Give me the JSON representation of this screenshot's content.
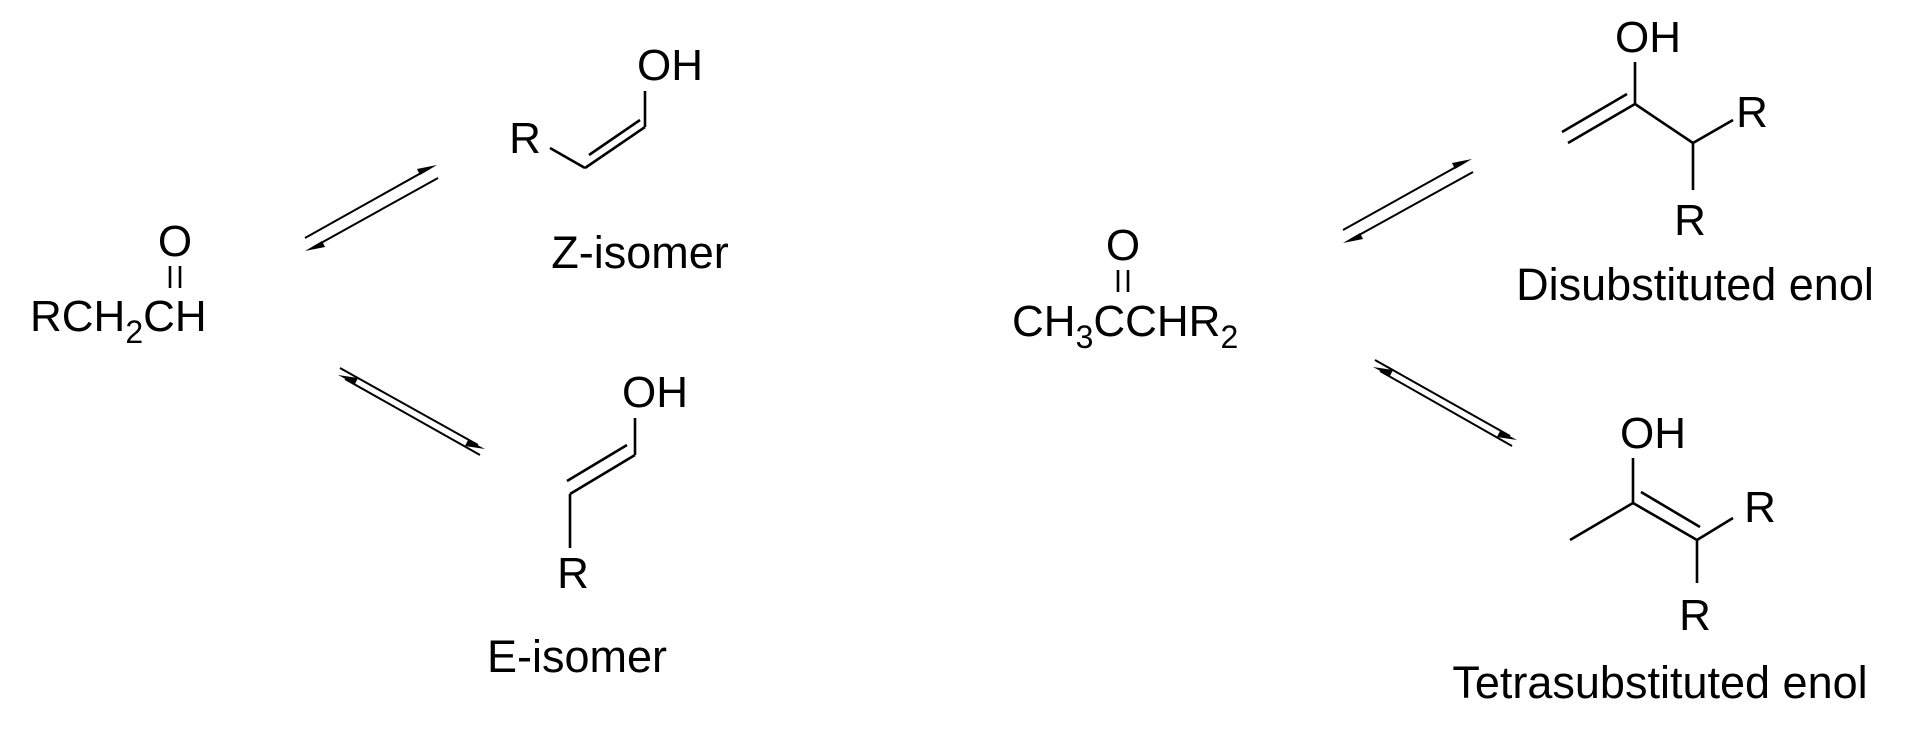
{
  "aldehyde": {
    "o_label": "O",
    "formula": {
      "a": "RCH",
      "sub": "2",
      "b": "CH"
    }
  },
  "z_isomer": {
    "r": "R",
    "oh": "OH",
    "caption": "Z-isomer"
  },
  "e_isomer": {
    "r": "R",
    "oh": "OH",
    "caption": "E-isomer"
  },
  "ketone": {
    "o_label": "O",
    "formula": {
      "a": "CH",
      "sub1": "3",
      "b": "CCHR",
      "sub2": "2"
    }
  },
  "disubstituted": {
    "oh": "OH",
    "r1": "R",
    "r2": "R",
    "caption": "Disubstituted enol"
  },
  "tetrasubstituted": {
    "oh": "OH",
    "r1": "R",
    "r2": "R",
    "caption": "Tetrasubstituted enol"
  },
  "colors": {
    "ink": "#000000",
    "background": "#ffffff"
  }
}
